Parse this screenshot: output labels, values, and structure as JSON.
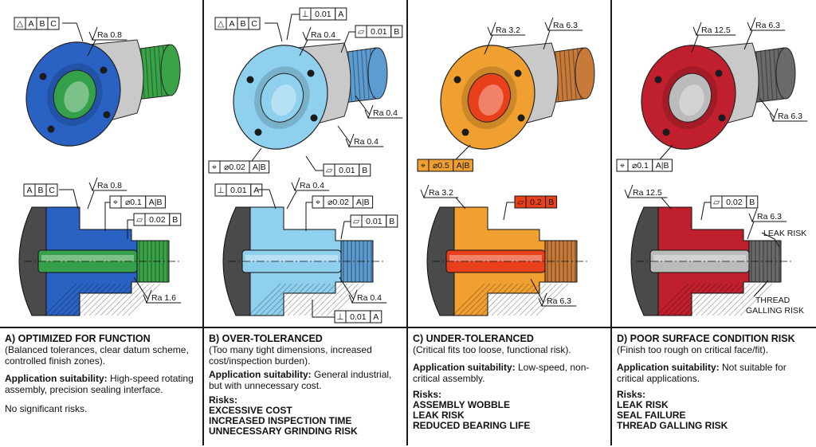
{
  "panels": [
    {
      "title": "A) OPTIMIZED FOR FUNCTION",
      "subtitle": "(Balanced tolerances, clear datum scheme, controlled finish zones).",
      "app_label": "Application suitability:",
      "app_text": " High-speed rotating assembly, precision sealing interface.",
      "risk_heading": "",
      "risks": [],
      "note": "No significant risks.",
      "colors": {
        "flange": "#2a62c4",
        "bore": "#35a04a",
        "thread": "#3aa347",
        "section": "#2a62c4"
      },
      "callouts_top": {
        "datum": [
          "△",
          "A",
          "B",
          "C"
        ],
        "ra1": "Ra 0.8"
      },
      "callouts_bottom": {
        "datum": [
          "A",
          "B",
          "C"
        ],
        "ra1": "Ra 0.8",
        "fcf1": [
          "⌀0.1",
          "A|B"
        ],
        "fcf2": [
          "0.02",
          "B"
        ],
        "ra2": "Ra 1.6"
      }
    },
    {
      "title": "B) OVER-TOLERANCED",
      "subtitle": "(Too many tight dimensions, increased cost/inspection burden).",
      "app_label": "Application suitability:",
      "app_text": " General industrial, but with unnecessary cost.",
      "risk_heading": "Risks:",
      "risks": [
        "EXCESSIVE COST",
        "INCREASED INSPECTION TIME",
        "UNNECESSARY GRINDING RISK"
      ],
      "note": "",
      "colors": {
        "flange": "#8fd0ee",
        "bore": "#8fd0ee",
        "thread": "#5c9cd0",
        "section": "#8fd0ee"
      },
      "callouts_top": {
        "datum": [
          "△",
          "A",
          "B",
          "C"
        ],
        "perp": [
          "⊥",
          "0.01",
          "A"
        ],
        "ra1": "Ra 0.4",
        "flat": [
          "0.01",
          "B"
        ],
        "ra2": "Ra 0.4",
        "ra3": "Ra 0.4",
        "pos": [
          "⌀0.02",
          "A|B"
        ],
        "flat2": [
          "0.01",
          "B"
        ]
      },
      "callouts_bottom": {
        "perp": [
          "⊥",
          "0.01",
          "A"
        ],
        "ra1": "Ra 0.4",
        "pos": [
          "⌀0.02",
          "A|B"
        ],
        "flat": [
          "0.01",
          "B"
        ],
        "ra2": "Ra 0.4",
        "perp2": [
          "⊥",
          "0.01",
          "A"
        ]
      }
    },
    {
      "title": "C) UNDER-TOLERANCED",
      "subtitle": "(Critical fits too loose, functional risk).",
      "app_label": "Application suitability:",
      "app_text": " Low-speed, non-critical assembly.",
      "risk_heading": "Risks:",
      "risks": [
        "ASSEMBLY WOBBLE",
        "LEAK RISK",
        "REDUCED BEARING LIFE"
      ],
      "note": "",
      "colors": {
        "flange": "#f0a030",
        "bore": "#e8401a",
        "thread": "#c87a3a",
        "section": "#f0a030"
      },
      "callouts_top": {
        "ra1": "Ra 3.2",
        "ra2": "Ra 6.3",
        "pos": [
          "⌀0.5",
          "A|B"
        ]
      },
      "callouts_bottom": {
        "ra1": "Ra 3.2",
        "flat": [
          "0.2",
          "B"
        ],
        "ra2": "Ra 6.3"
      }
    },
    {
      "title": "D) POOR SURFACE CONDITION RISK",
      "subtitle": "(Finish too rough on critical face/fit).",
      "app_label": "Application suitability:",
      "app_text": " Not suitable for critical applications.",
      "risk_heading": "Risks:",
      "risks": [
        "LEAK RISK",
        "SEAL FAILURE",
        "THREAD GALLING RISK"
      ],
      "note": "",
      "colors": {
        "flange": "#c0202e",
        "bore": "#bbbbbb",
        "thread": "#6a6a6a",
        "section": "#c0202e"
      },
      "callouts_top": {
        "ra1": "Ra 12.5",
        "ra2": "Ra 6.3",
        "ra3": "Ra 6.3",
        "pos": [
          "⌀0.1",
          "A|B"
        ]
      },
      "callouts_bottom": {
        "ra1": "Ra 12.5",
        "flat": [
          "0.02",
          "B"
        ],
        "ra2": "Ra 6.3",
        "leak": "LEAK RISK",
        "gall1": "THREAD",
        "gall2": "GALLING RISK"
      }
    }
  ]
}
